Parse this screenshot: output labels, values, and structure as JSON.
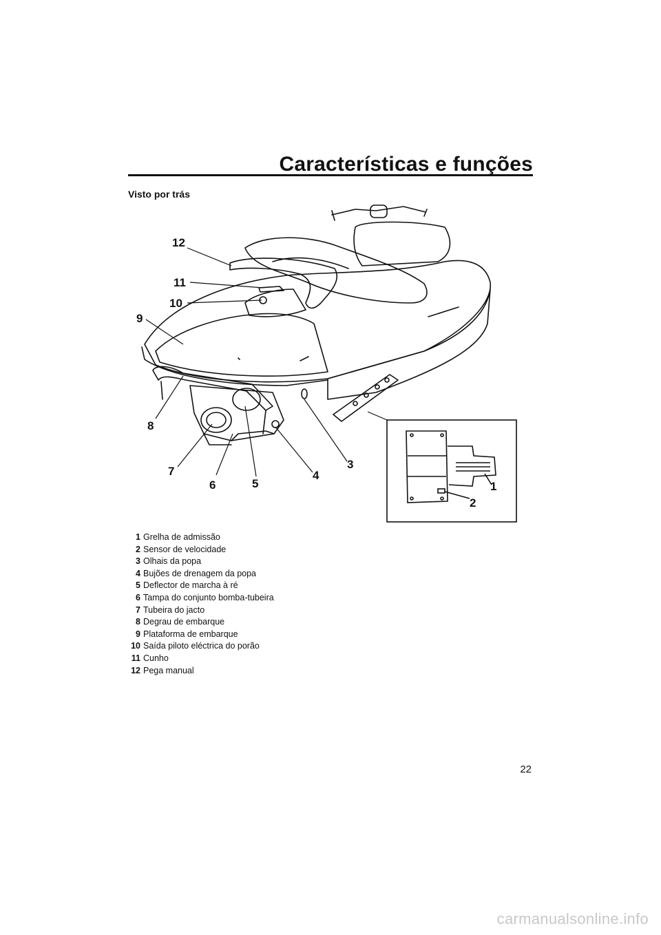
{
  "header": {
    "title": "Características e funções"
  },
  "section": {
    "title": "Visto por trás"
  },
  "figure": {
    "callouts": [
      "12",
      "11",
      "10",
      "9",
      "8",
      "7",
      "6",
      "5",
      "4",
      "3",
      "1",
      "2"
    ]
  },
  "legend": {
    "items": [
      {
        "num": "1",
        "text": "Grelha de admissão"
      },
      {
        "num": "2",
        "text": "Sensor de velocidade"
      },
      {
        "num": "3",
        "text": "Olhais da popa"
      },
      {
        "num": "4",
        "text": "Bujões de drenagem da popa"
      },
      {
        "num": "5",
        "text": "Deflector de marcha à ré"
      },
      {
        "num": "6",
        "text": "Tampa do conjunto bomba-tubeira"
      },
      {
        "num": "7",
        "text": "Tubeira do jacto"
      },
      {
        "num": "8",
        "text": "Degrau de embarque"
      },
      {
        "num": "9",
        "text": "Plataforma de embarque"
      },
      {
        "num": "10",
        "text": "Saída piloto eléctrica do porão"
      },
      {
        "num": "11",
        "text": "Cunho"
      },
      {
        "num": "12",
        "text": "Pega manual"
      }
    ]
  },
  "page": {
    "number": "22"
  },
  "watermark": {
    "text": "carmanualsonline.info"
  }
}
